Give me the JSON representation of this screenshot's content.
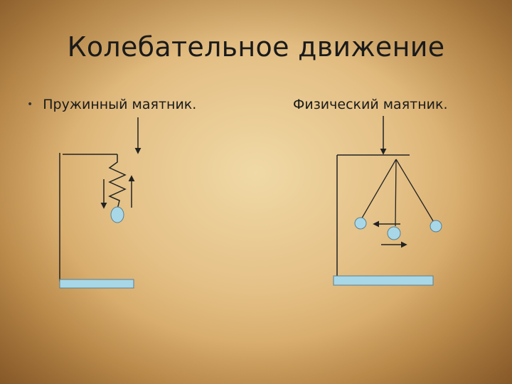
{
  "slide": {
    "title": "Колебательное движение",
    "left_label": "Пружинный маятник.",
    "right_label": "Физический маятник."
  },
  "colors": {
    "background": "#e4c086",
    "line": "#222222",
    "bob_fill": "#a8d8e8",
    "base_fill": "#a8d8e8"
  }
}
